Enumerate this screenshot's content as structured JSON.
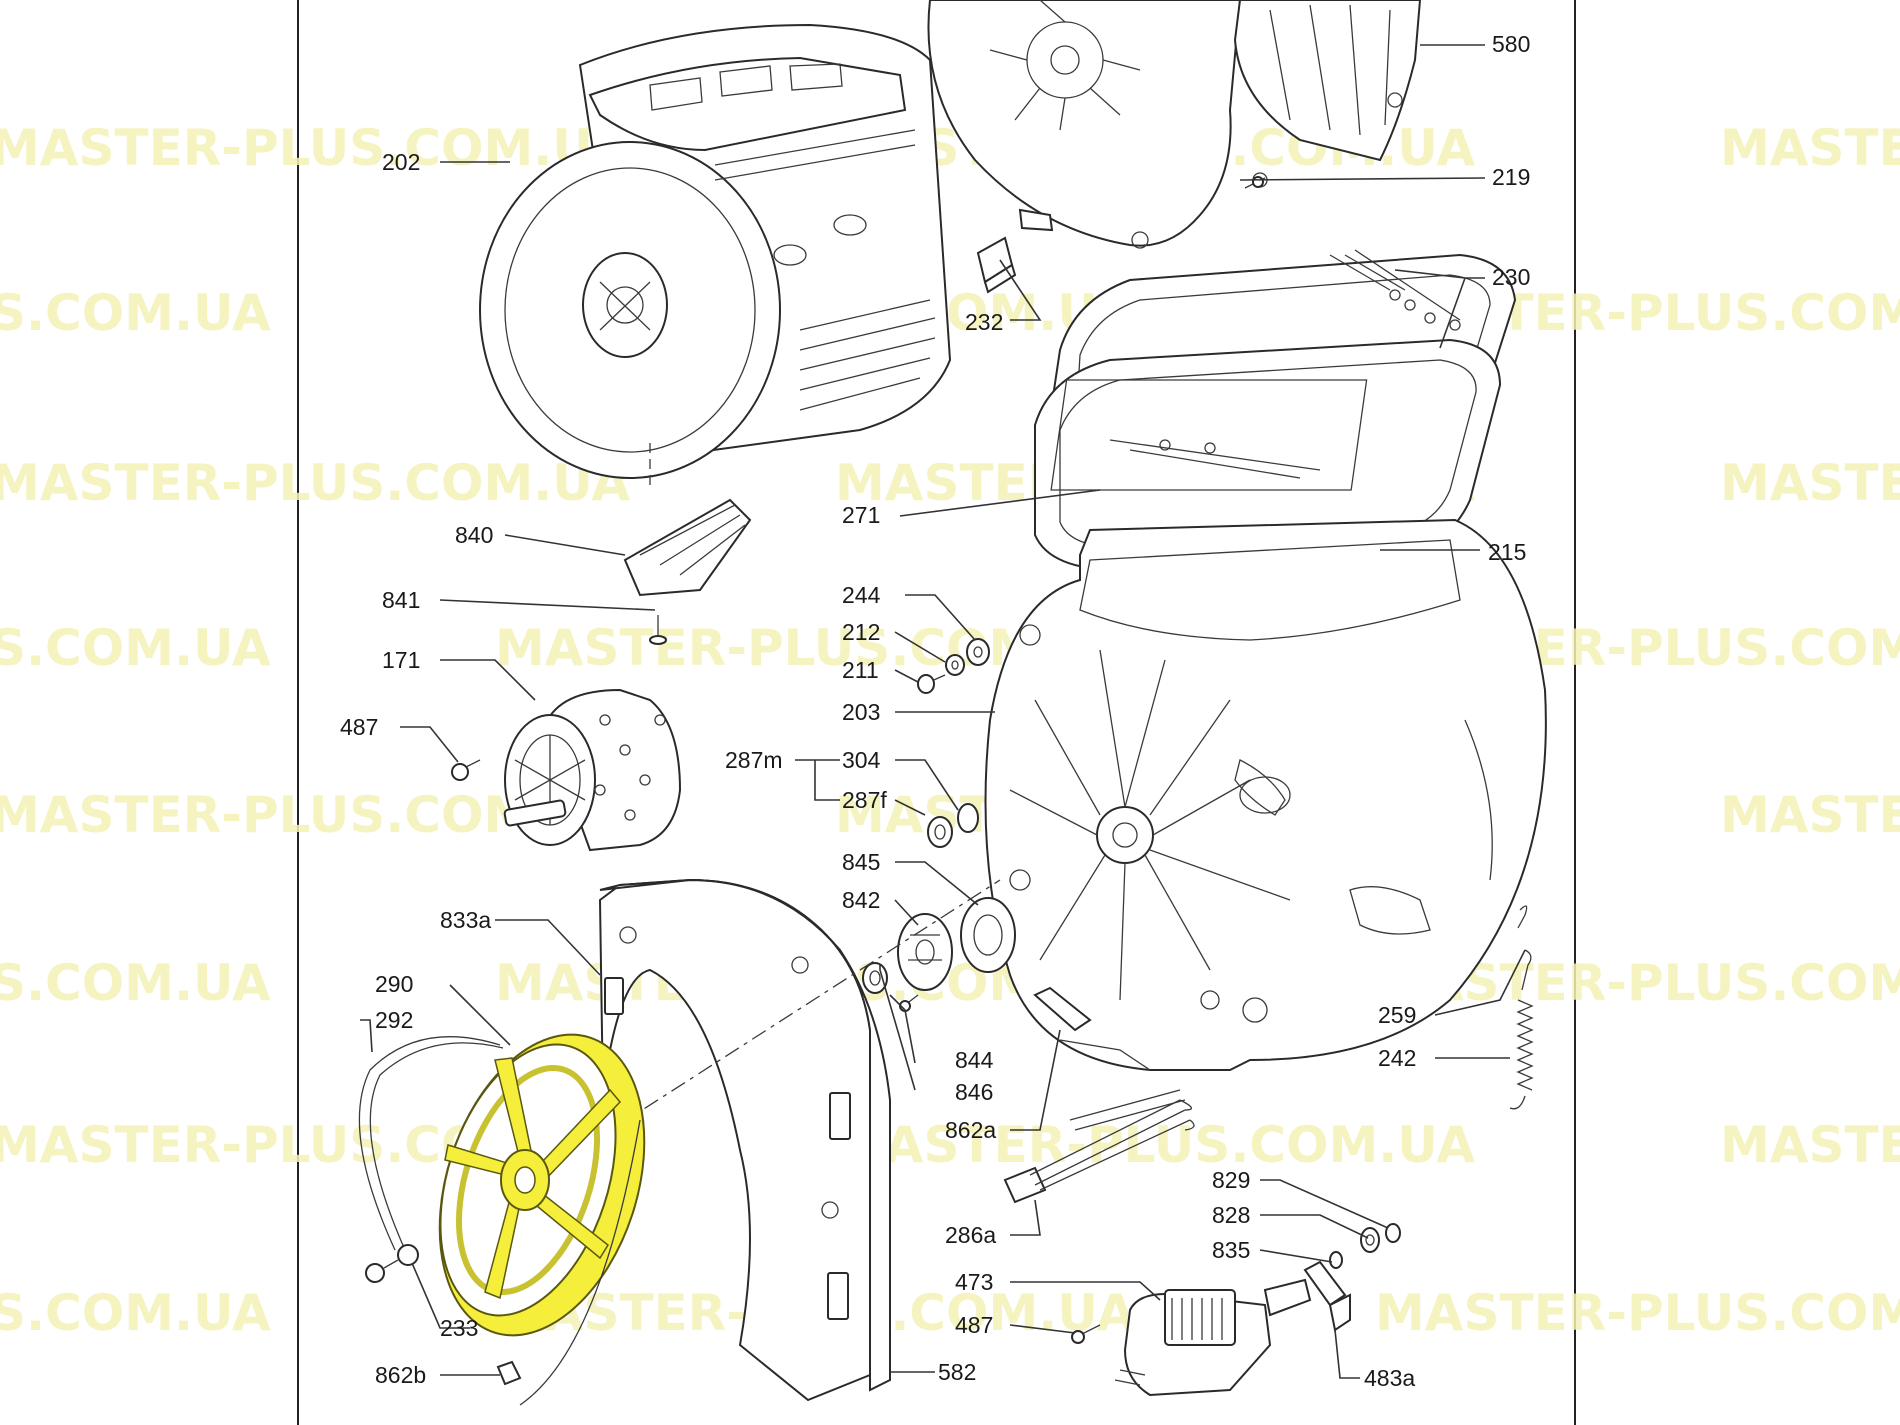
{
  "watermark": "MASTER-PLUS.COM.UA",
  "watermark_short": "S.COM.UA",
  "highlight_color": "#f5ee3a",
  "labels": {
    "l580": "580",
    "l219": "219",
    "l230": "230",
    "l232": "232",
    "l202": "202",
    "l271": "271",
    "l215": "215",
    "l840": "840",
    "l841": "841",
    "l171": "171",
    "l487a": "487",
    "l244": "244",
    "l212": "212",
    "l211": "211",
    "l203": "203",
    "l287m": "287m",
    "l304": "304",
    "l287f": "287f",
    "l845": "845",
    "l842": "842",
    "l833a": "833a",
    "l290": "290",
    "l292": "292",
    "l844": "844",
    "l846": "846",
    "l259": "259",
    "l242": "242",
    "l862a": "862a",
    "l829": "829",
    "l828": "828",
    "l835": "835",
    "l286a": "286a",
    "l473": "473",
    "l487b": "487",
    "l233": "233",
    "l862b": "862b",
    "l582": "582",
    "l483a": "483a"
  }
}
